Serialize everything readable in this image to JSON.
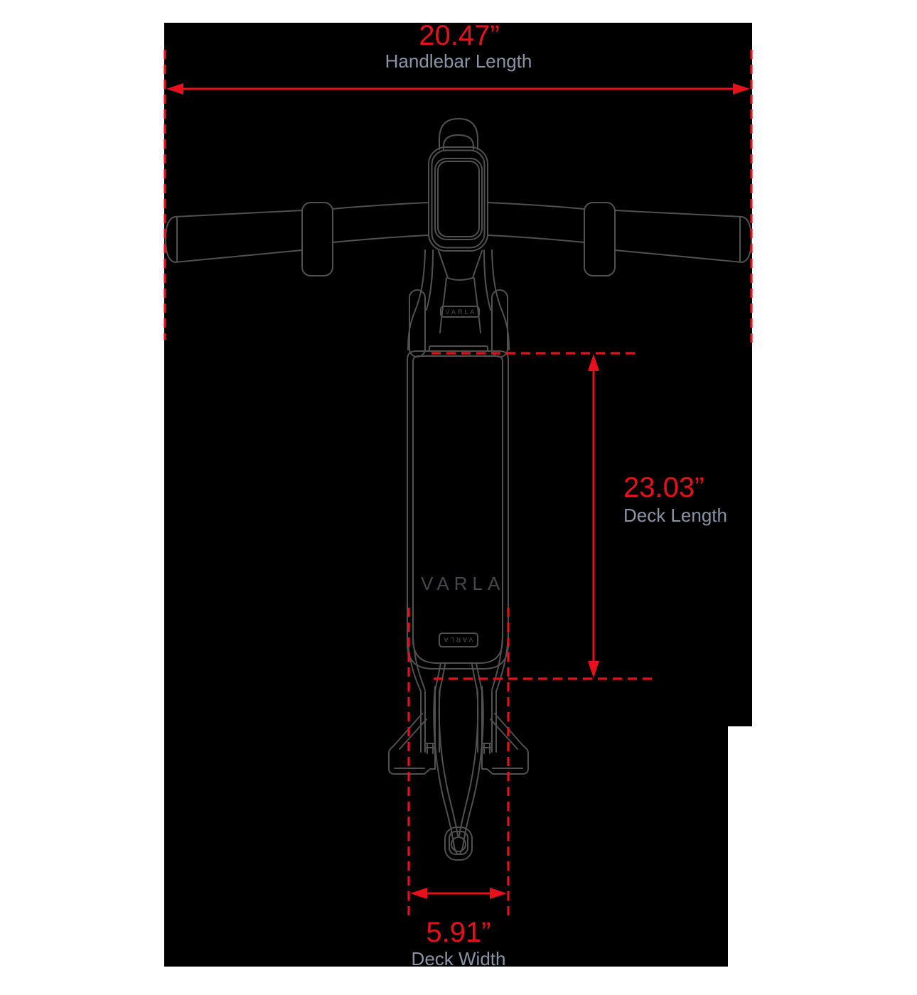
{
  "scooter": {
    "deck_logo": "VARLA",
    "stem_badge": "VARLA",
    "deck_badge": "VARLA"
  },
  "dimensions": {
    "handlebar_length": {
      "value": "20.47”",
      "label": "Handlebar Length"
    },
    "deck_length": {
      "value": "23.03”",
      "label": "Deck Length"
    },
    "deck_width": {
      "value": "5.91”",
      "label": "Deck Width"
    }
  },
  "colors": {
    "dimension_accent": "#e8101b",
    "dimension_label": "#8b93a7",
    "line_art": "#505050",
    "logo_text": "#47474b",
    "canvas": "#000000",
    "page_background": "#ffffff"
  }
}
